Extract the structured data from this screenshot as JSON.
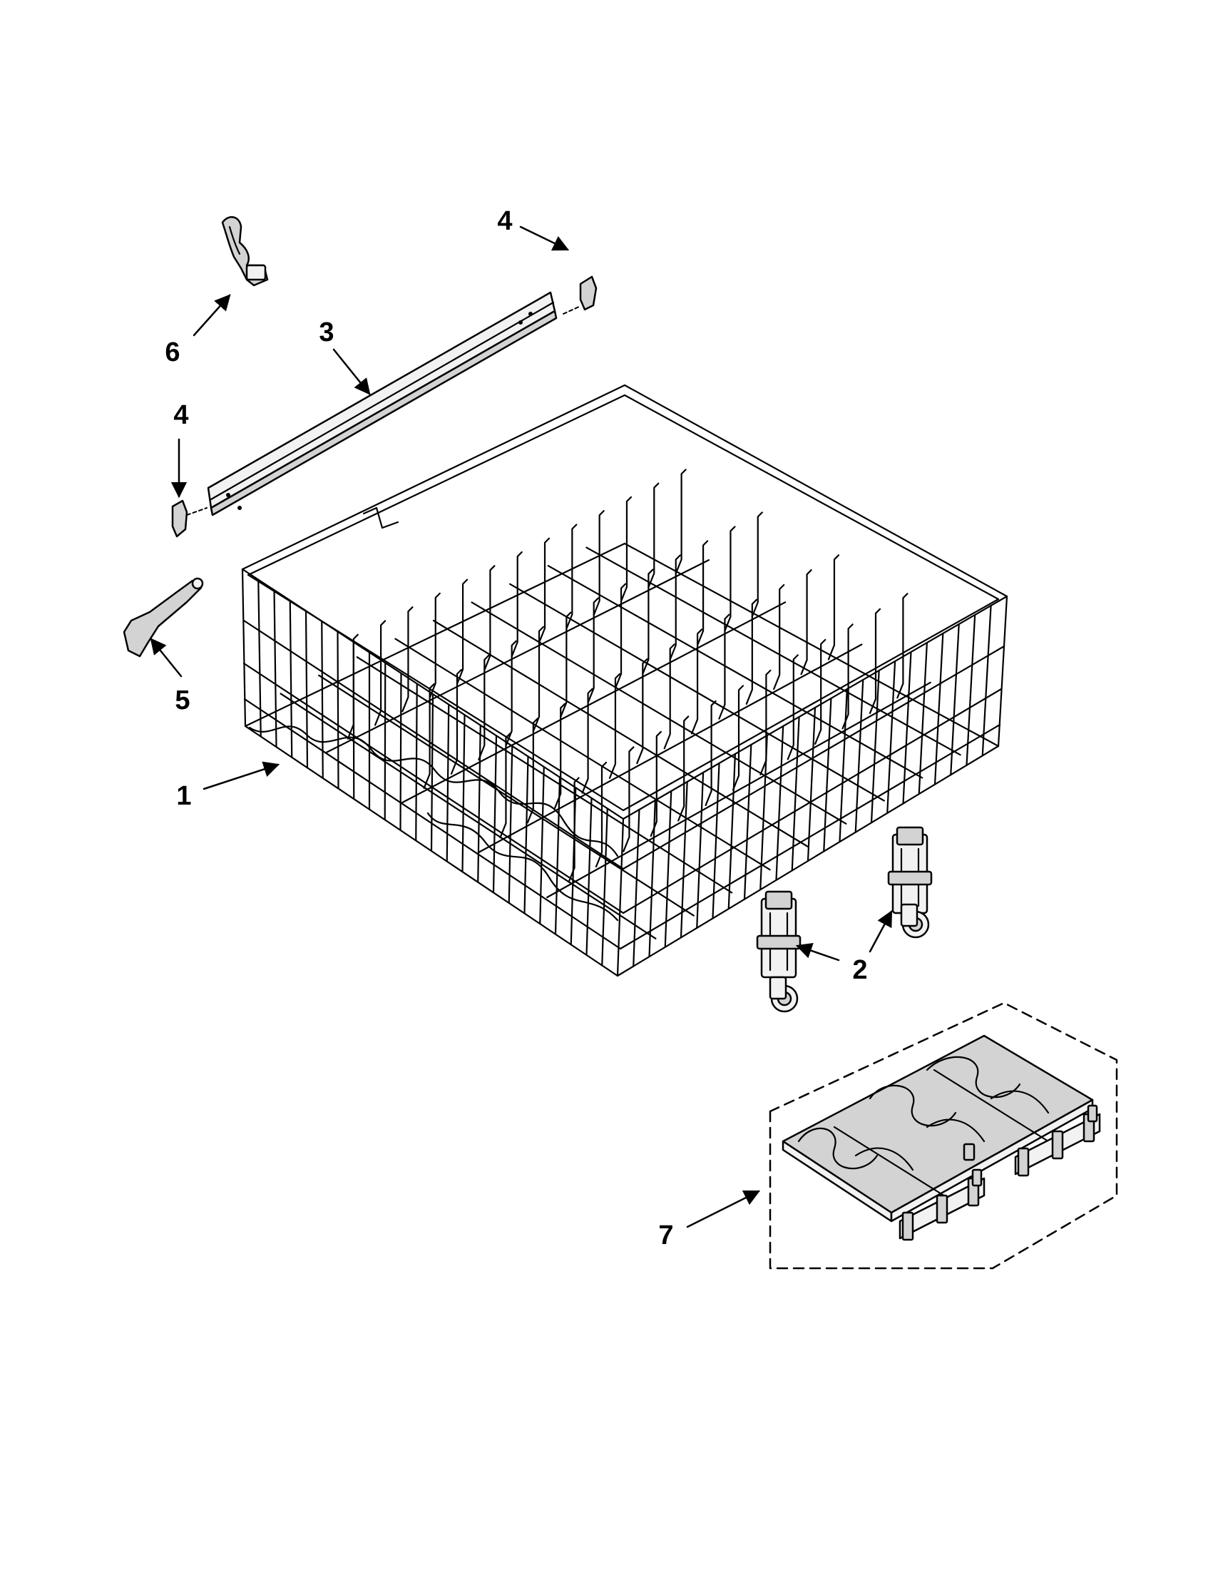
{
  "diagram": {
    "callouts": [
      {
        "id": "c6",
        "label": "6"
      },
      {
        "id": "c3",
        "label": "3"
      },
      {
        "id": "c4a",
        "label": "4"
      },
      {
        "id": "c4b",
        "label": "4"
      },
      {
        "id": "c5",
        "label": "5"
      },
      {
        "id": "c1",
        "label": "1"
      },
      {
        "id": "c2",
        "label": "2"
      },
      {
        "id": "c7",
        "label": "7"
      }
    ],
    "colors": {
      "line": "#000000",
      "part_fill": "#d3d3d3",
      "background": "#ffffff"
    }
  }
}
